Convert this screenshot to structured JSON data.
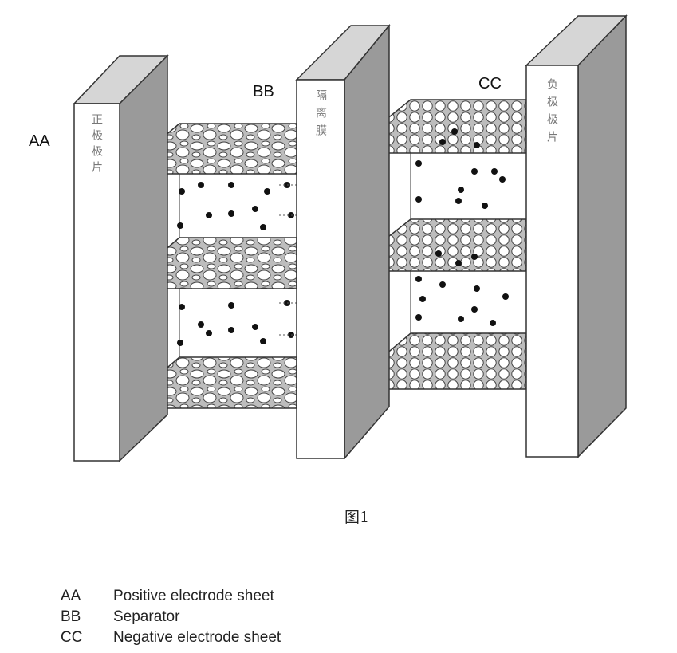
{
  "labels": {
    "aa": "AA",
    "bb": "BB",
    "cc": "CC"
  },
  "plates": {
    "positive_text": "正极极片",
    "separator_text": "隔离膜",
    "negative_text": "负极极片"
  },
  "caption": "图1",
  "legend": [
    {
      "code": "AA",
      "text": "Positive electrode sheet"
    },
    {
      "code": "BB",
      "text": "Separator"
    },
    {
      "code": "CC",
      "text": "Negative electrode sheet"
    }
  ],
  "colors": {
    "line": "#333333",
    "shade": "#9a9a9a",
    "dot": "#111111"
  }
}
